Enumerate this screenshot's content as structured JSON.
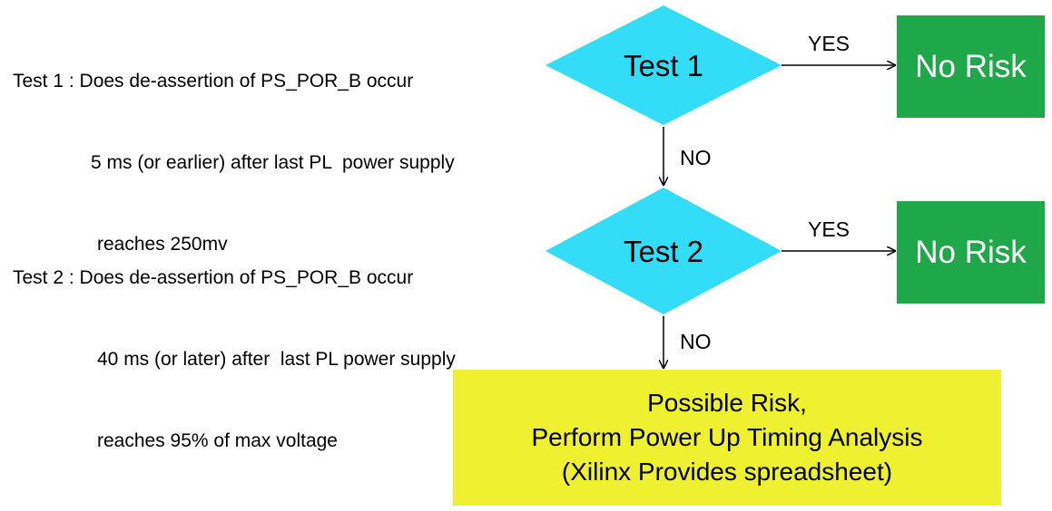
{
  "tests": [
    {
      "shape_label": "Test 1",
      "description_lines": [
        "Test 1 : Does de-assertion of PS_POR_B occur",
        "5 ms (or earlier) after last PL  power supply",
        "reaches 250mv"
      ],
      "yes_label": "YES",
      "no_label": "NO",
      "outcome": "No Risk"
    },
    {
      "shape_label": "Test 2",
      "description_lines": [
        "Test 2 : Does de-assertion of PS_POR_B occur",
        "40 ms (or later) after  last PL power supply",
        "reaches 95% of max voltage"
      ],
      "yes_label": "YES",
      "no_label": "NO",
      "outcome": "No Risk"
    }
  ],
  "final": {
    "lines": [
      "Possible Risk,",
      "Perform Power Up Timing Analysis",
      "(Xilinx Provides spreadsheet)"
    ]
  },
  "colors": {
    "diamond": "#33ddf8",
    "no_risk": "#1fa84a",
    "possible_risk": "#eef030"
  }
}
